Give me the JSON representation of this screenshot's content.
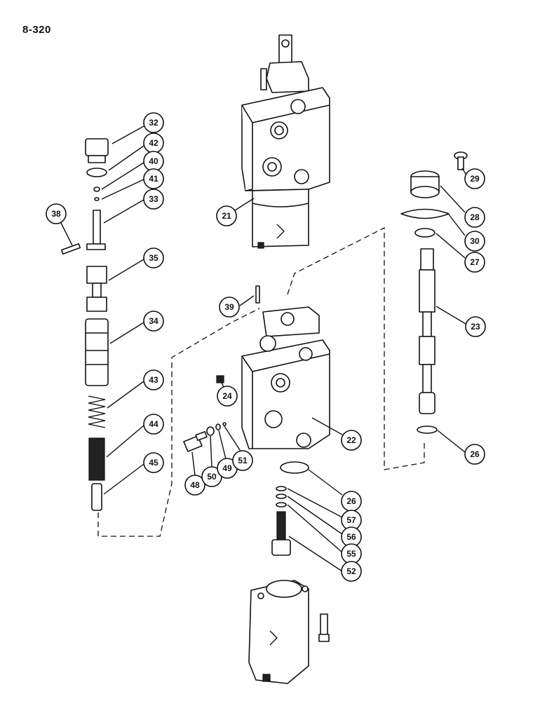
{
  "page_number": "8-320",
  "colors": {
    "ink": "#111111",
    "paper": "#ffffff"
  },
  "callouts": [
    {
      "id": "c32",
      "label": "32"
    },
    {
      "id": "c42",
      "label": "42"
    },
    {
      "id": "c40",
      "label": "40"
    },
    {
      "id": "c41",
      "label": "41"
    },
    {
      "id": "c33",
      "label": "33"
    },
    {
      "id": "c38",
      "label": "38"
    },
    {
      "id": "c35",
      "label": "35"
    },
    {
      "id": "c34",
      "label": "34"
    },
    {
      "id": "c43",
      "label": "43"
    },
    {
      "id": "c44",
      "label": "44"
    },
    {
      "id": "c45",
      "label": "45"
    },
    {
      "id": "c21",
      "label": "21"
    },
    {
      "id": "c39",
      "label": "39"
    },
    {
      "id": "c24",
      "label": "24"
    },
    {
      "id": "c22",
      "label": "22"
    },
    {
      "id": "c48",
      "label": "48"
    },
    {
      "id": "c50",
      "label": "50"
    },
    {
      "id": "c49",
      "label": "49"
    },
    {
      "id": "c51",
      "label": "51"
    },
    {
      "id": "c29",
      "label": "29"
    },
    {
      "id": "c28",
      "label": "28"
    },
    {
      "id": "c30",
      "label": "30"
    },
    {
      "id": "c27",
      "label": "27"
    },
    {
      "id": "c23",
      "label": "23"
    },
    {
      "id": "c26a",
      "label": "26"
    },
    {
      "id": "c26b",
      "label": "26"
    },
    {
      "id": "c57",
      "label": "57"
    },
    {
      "id": "c56",
      "label": "56"
    },
    {
      "id": "c55",
      "label": "55"
    },
    {
      "id": "c52",
      "label": "52"
    }
  ]
}
